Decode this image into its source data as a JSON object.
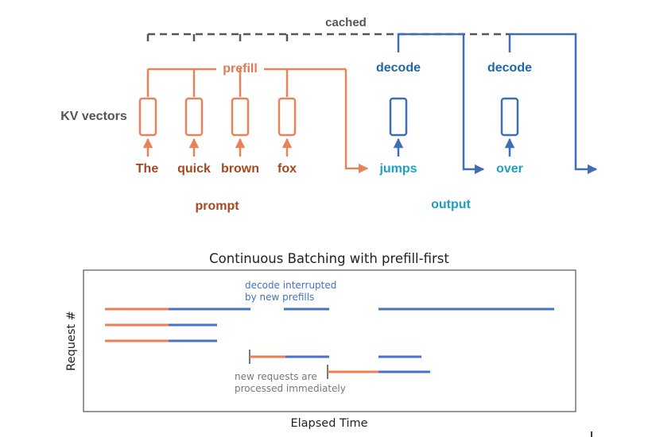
{
  "colors": {
    "prefill": "#e8825a",
    "prefill_text": "#e07a4f",
    "token_text": "#a8461e",
    "decode": "#3f6eb5",
    "decode_label": "#1f67a8",
    "output_text": "#1ea0c4",
    "cached": "#555555",
    "label": "#555555",
    "batch_blue": "#4472c4",
    "batch_orange": "#ed7d53",
    "marker": "#777777"
  },
  "top": {
    "cached_label": "cached",
    "prefill_label": "prefill",
    "decode_label_1": "decode",
    "decode_label_2": "decode",
    "kv_label": "KV vectors",
    "prompt_tokens": [
      "The",
      "quick",
      "brown",
      "fox"
    ],
    "output_tokens": [
      "jumps",
      "over"
    ],
    "prompt_label": "prompt",
    "output_label": "output"
  },
  "bottom": {
    "title": "Continuous Batching with prefill-first",
    "xlabel": "Elapsed Time",
    "ylabel": "Request #",
    "annotation_1": [
      "decode interrupted",
      "by new prefills"
    ],
    "annotation_2": [
      "new requests are",
      "processed immediately"
    ]
  }
}
